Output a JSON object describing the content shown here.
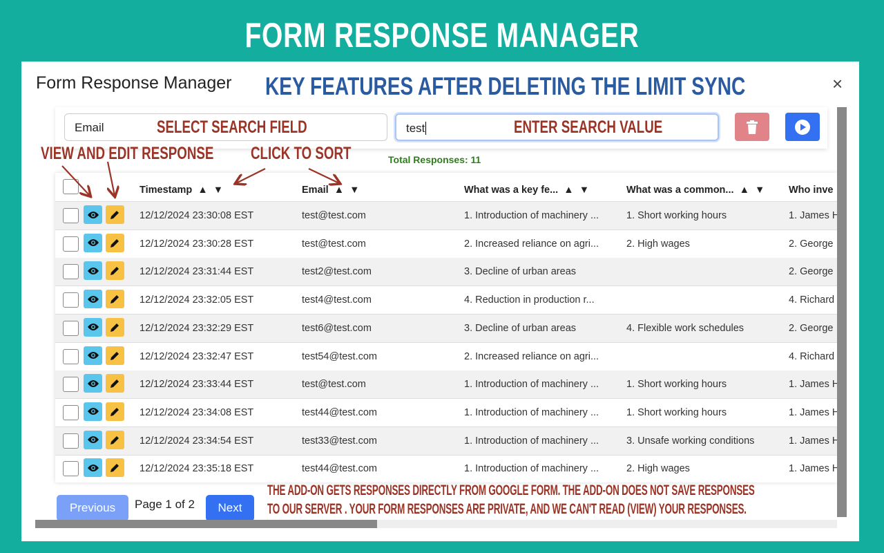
{
  "banner": "FORM RESPONSE MANAGER",
  "app_title": "Form Response Manager",
  "headline": "KEY FEATURES AFTER DELETING THE LIMIT SYNC",
  "close_icon": "×",
  "annotations": {
    "select_field": "SELECT SEARCH FIELD",
    "enter_value": "ENTER SEARCH VALUE",
    "view_edit": "VIEW AND EDIT RESPONSE",
    "click_sort": "CLICK TO SORT",
    "privacy_line1": "THE ADD-ON GETS RESPONSES DIRECTLY FROM GOOGLE FORM. THE ADD-ON DOES NOT SAVE RESPONSES",
    "privacy_line2": "TO OUR SERVER .  YOUR FORM RESPONSES ARE PRIVATE, AND WE CAN'T READ (VIEW) YOUR RESPONSES."
  },
  "search": {
    "field": "Email",
    "value": "test"
  },
  "total": "Total Responses: 11",
  "columns": [
    "Timestamp",
    "Email",
    "What was a key fe...",
    "What was a common...",
    "Who inve"
  ],
  "sort_up": "▲",
  "sort_down": "▼",
  "rows": [
    [
      "12/12/2024 23:30:08 EST",
      "test@test.com",
      "1. Introduction of machinery ...",
      "1. Short working hours",
      "1. James H"
    ],
    [
      "12/12/2024 23:30:28 EST",
      "test@test.com",
      "2. Increased reliance on agri...",
      "2. High wages",
      "2. George"
    ],
    [
      "12/12/2024 23:31:44 EST",
      "test2@test.com",
      "3. Decline of urban areas",
      "",
      "2. George"
    ],
    [
      "12/12/2024 23:32:05 EST",
      "test4@test.com",
      "4. Reduction in production r...",
      "",
      "4. Richard"
    ],
    [
      "12/12/2024 23:32:29 EST",
      "test6@test.com",
      "3. Decline of urban areas",
      "4. Flexible work schedules",
      "2. George"
    ],
    [
      "12/12/2024 23:32:47 EST",
      "test54@test.com",
      "2. Increased reliance on agri...",
      "",
      "4. Richard"
    ],
    [
      "12/12/2024 23:33:44 EST",
      "test@test.com",
      "1. Introduction of machinery ...",
      "1. Short working hours",
      "1. James H"
    ],
    [
      "12/12/2024 23:34:08 EST",
      "test44@test.com",
      "1. Introduction of machinery ...",
      "1. Short working hours",
      "1. James H"
    ],
    [
      "12/12/2024 23:34:54 EST",
      "test33@test.com",
      "1. Introduction of machinery ...",
      "3. Unsafe working conditions",
      "1. James H"
    ],
    [
      "12/12/2024 23:35:18 EST",
      "test44@test.com",
      "1. Introduction of machinery ...",
      "2. High wages",
      "1. James H"
    ]
  ],
  "pagination": {
    "previous": "Previous",
    "page": "Page 1 of 2",
    "next": "Next"
  },
  "colors": {
    "teal": "#14ae9e",
    "annotation": "#9b3426",
    "headline": "#2a5aa0",
    "view": "#5bc6ec",
    "edit": "#f7c143",
    "delete": "#e08489",
    "run": "#3371f2"
  }
}
